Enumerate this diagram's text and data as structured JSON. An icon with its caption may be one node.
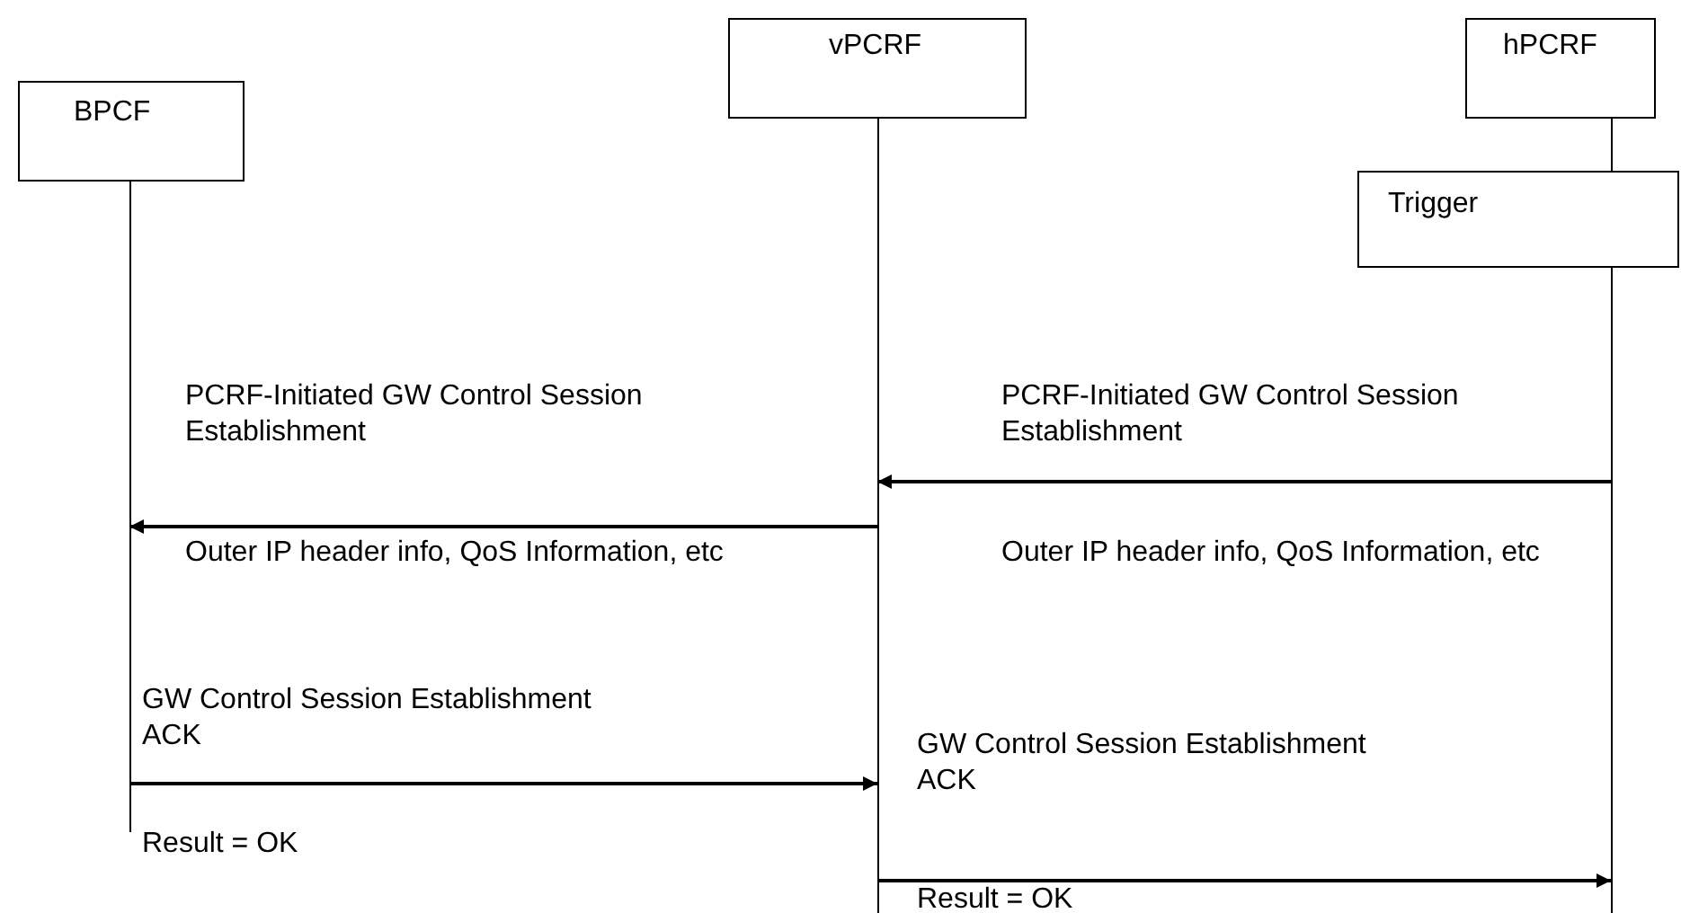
{
  "diagram": {
    "nodes": [
      {
        "text": [
          "BPCF"
        ]
      },
      {
        "text": [
          "vPCRF"
        ]
      },
      {
        "text": [
          "hPCRF"
        ]
      },
      {
        "text": [
          "Trigger"
        ]
      }
    ],
    "edges": [
      {
        "from": 2,
        "to": 1,
        "arrow": "to",
        "label": "PCRF-Initiated GW Control Session Establishment"
      },
      {
        "from": 1,
        "to": 0,
        "arrow": "to",
        "label": "PCRF-Initiated GW Control Session Establishment"
      },
      {
        "from": 0,
        "to": 1,
        "arrow": "to",
        "label": "GW Control Session Establishment ACK"
      },
      {
        "from": 1,
        "to": 2,
        "arrow": "to",
        "label": "GW Control Session Establishment ACK"
      }
    ],
    "labels": [
      "Outer IP header info, QoS Information, etc",
      "Outer IP header info, QoS Information, etc",
      "Result = OK",
      "Result = OK"
    ]
  }
}
